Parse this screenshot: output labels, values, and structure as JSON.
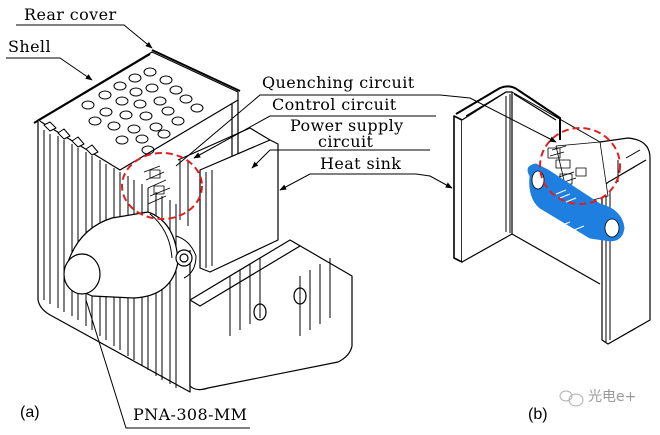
{
  "figure": {
    "panels": [
      {
        "id": "a",
        "label": "(a)"
      },
      {
        "id": "b",
        "label": "(b)"
      }
    ],
    "callouts": {
      "rear_cover": "Rear cover",
      "shell": "Shell",
      "quenching_circuit": "Quenching circuit",
      "control_circuit": "Control circuit",
      "power_supply_circuit_line1": "Power supply",
      "power_supply_circuit_line2": "circuit",
      "heat_sink": "Heat sink",
      "detector_model": "PNA-308-MM"
    },
    "watermark": "光电e+",
    "colors": {
      "line": "#000000",
      "highlight_circle": "#e02020",
      "pcb_blue": "#1e7fe0",
      "watermark": "#9a9a9a"
    }
  }
}
